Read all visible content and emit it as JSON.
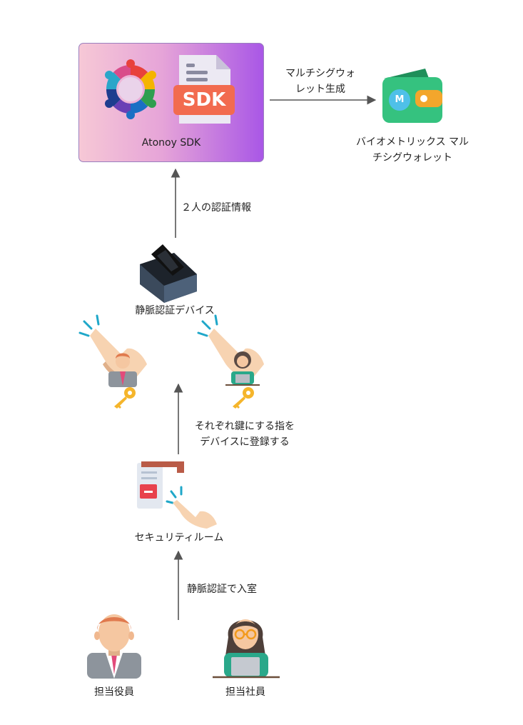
{
  "sdk": {
    "label": "Atonoy SDK",
    "badge": "SDK"
  },
  "wallet": {
    "badge": "M",
    "label_line1": "バイオメトリックス マル",
    "label_line2": "チシグウォレット"
  },
  "edges": {
    "create_wallet_line1": "マルチシグウォ",
    "create_wallet_line2": "レット生成",
    "auth_info": "２人の認証情報",
    "register_line1": "それぞれ鍵にする指を",
    "register_line2": "デバイスに登録する",
    "enter_room": "静脈認証で入室"
  },
  "nodes": {
    "device": "静脈認証デバイス",
    "security_room": "セキュリティルーム",
    "executive": "担当役員",
    "employee": "担当社員"
  },
  "colors": {
    "arrow": "#555555",
    "sdk_gradient_start": "#f6c8d6",
    "sdk_gradient_end": "#a957e6",
    "wallet_green": "#35c27f",
    "key_gold": "#f5b52b"
  }
}
